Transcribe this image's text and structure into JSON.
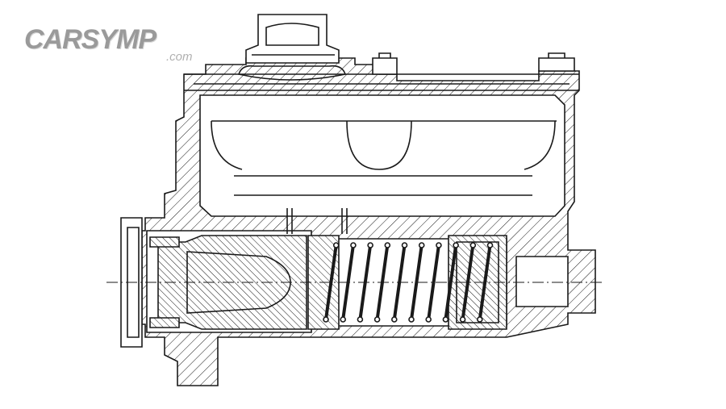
{
  "watermark": {
    "brand": "CARSYMP",
    "domain_suffix": ".com"
  },
  "drawing": {
    "subject": "master-cylinder-cross-section",
    "line_color": "#1a1a1a",
    "hatch_color": "#1a1a1a",
    "background": "#ffffff",
    "spring_coil_count": 10,
    "mounting_bolts": 2
  }
}
